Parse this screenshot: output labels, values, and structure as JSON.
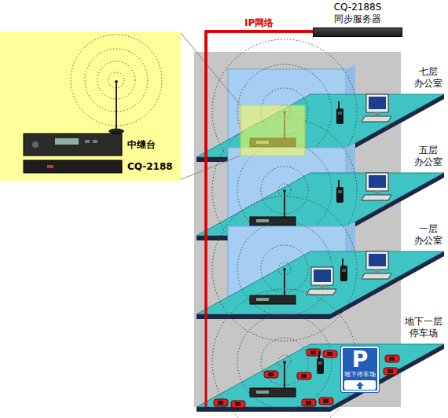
{
  "diagram": {
    "nodes": [
      {
        "text": [
          "CQ-2188S 同步服务器"
        ]
      },
      {
        "text": [
          "中继台",
          "CQ-2188"
        ]
      },
      {
        "text": [
          "七层 办公室"
        ]
      },
      {
        "text": [
          "五层 办公室"
        ]
      },
      {
        "text": [
          "一层 办公室"
        ]
      },
      {
        "text": [
          "地下一层 停车场"
        ]
      },
      {
        "text": [
          "P",
          "地下停车场"
        ],
        "in": 5
      }
    ],
    "edges": [
      {
        "from": 0,
        "to": 2,
        "label": "IP网络",
        "arrow": "none"
      },
      {
        "from": 0,
        "to": 3,
        "arrow": "none"
      },
      {
        "from": 0,
        "to": 4,
        "arrow": "none"
      },
      {
        "from": 0,
        "to": 5,
        "arrow": "none"
      }
    ]
  }
}
